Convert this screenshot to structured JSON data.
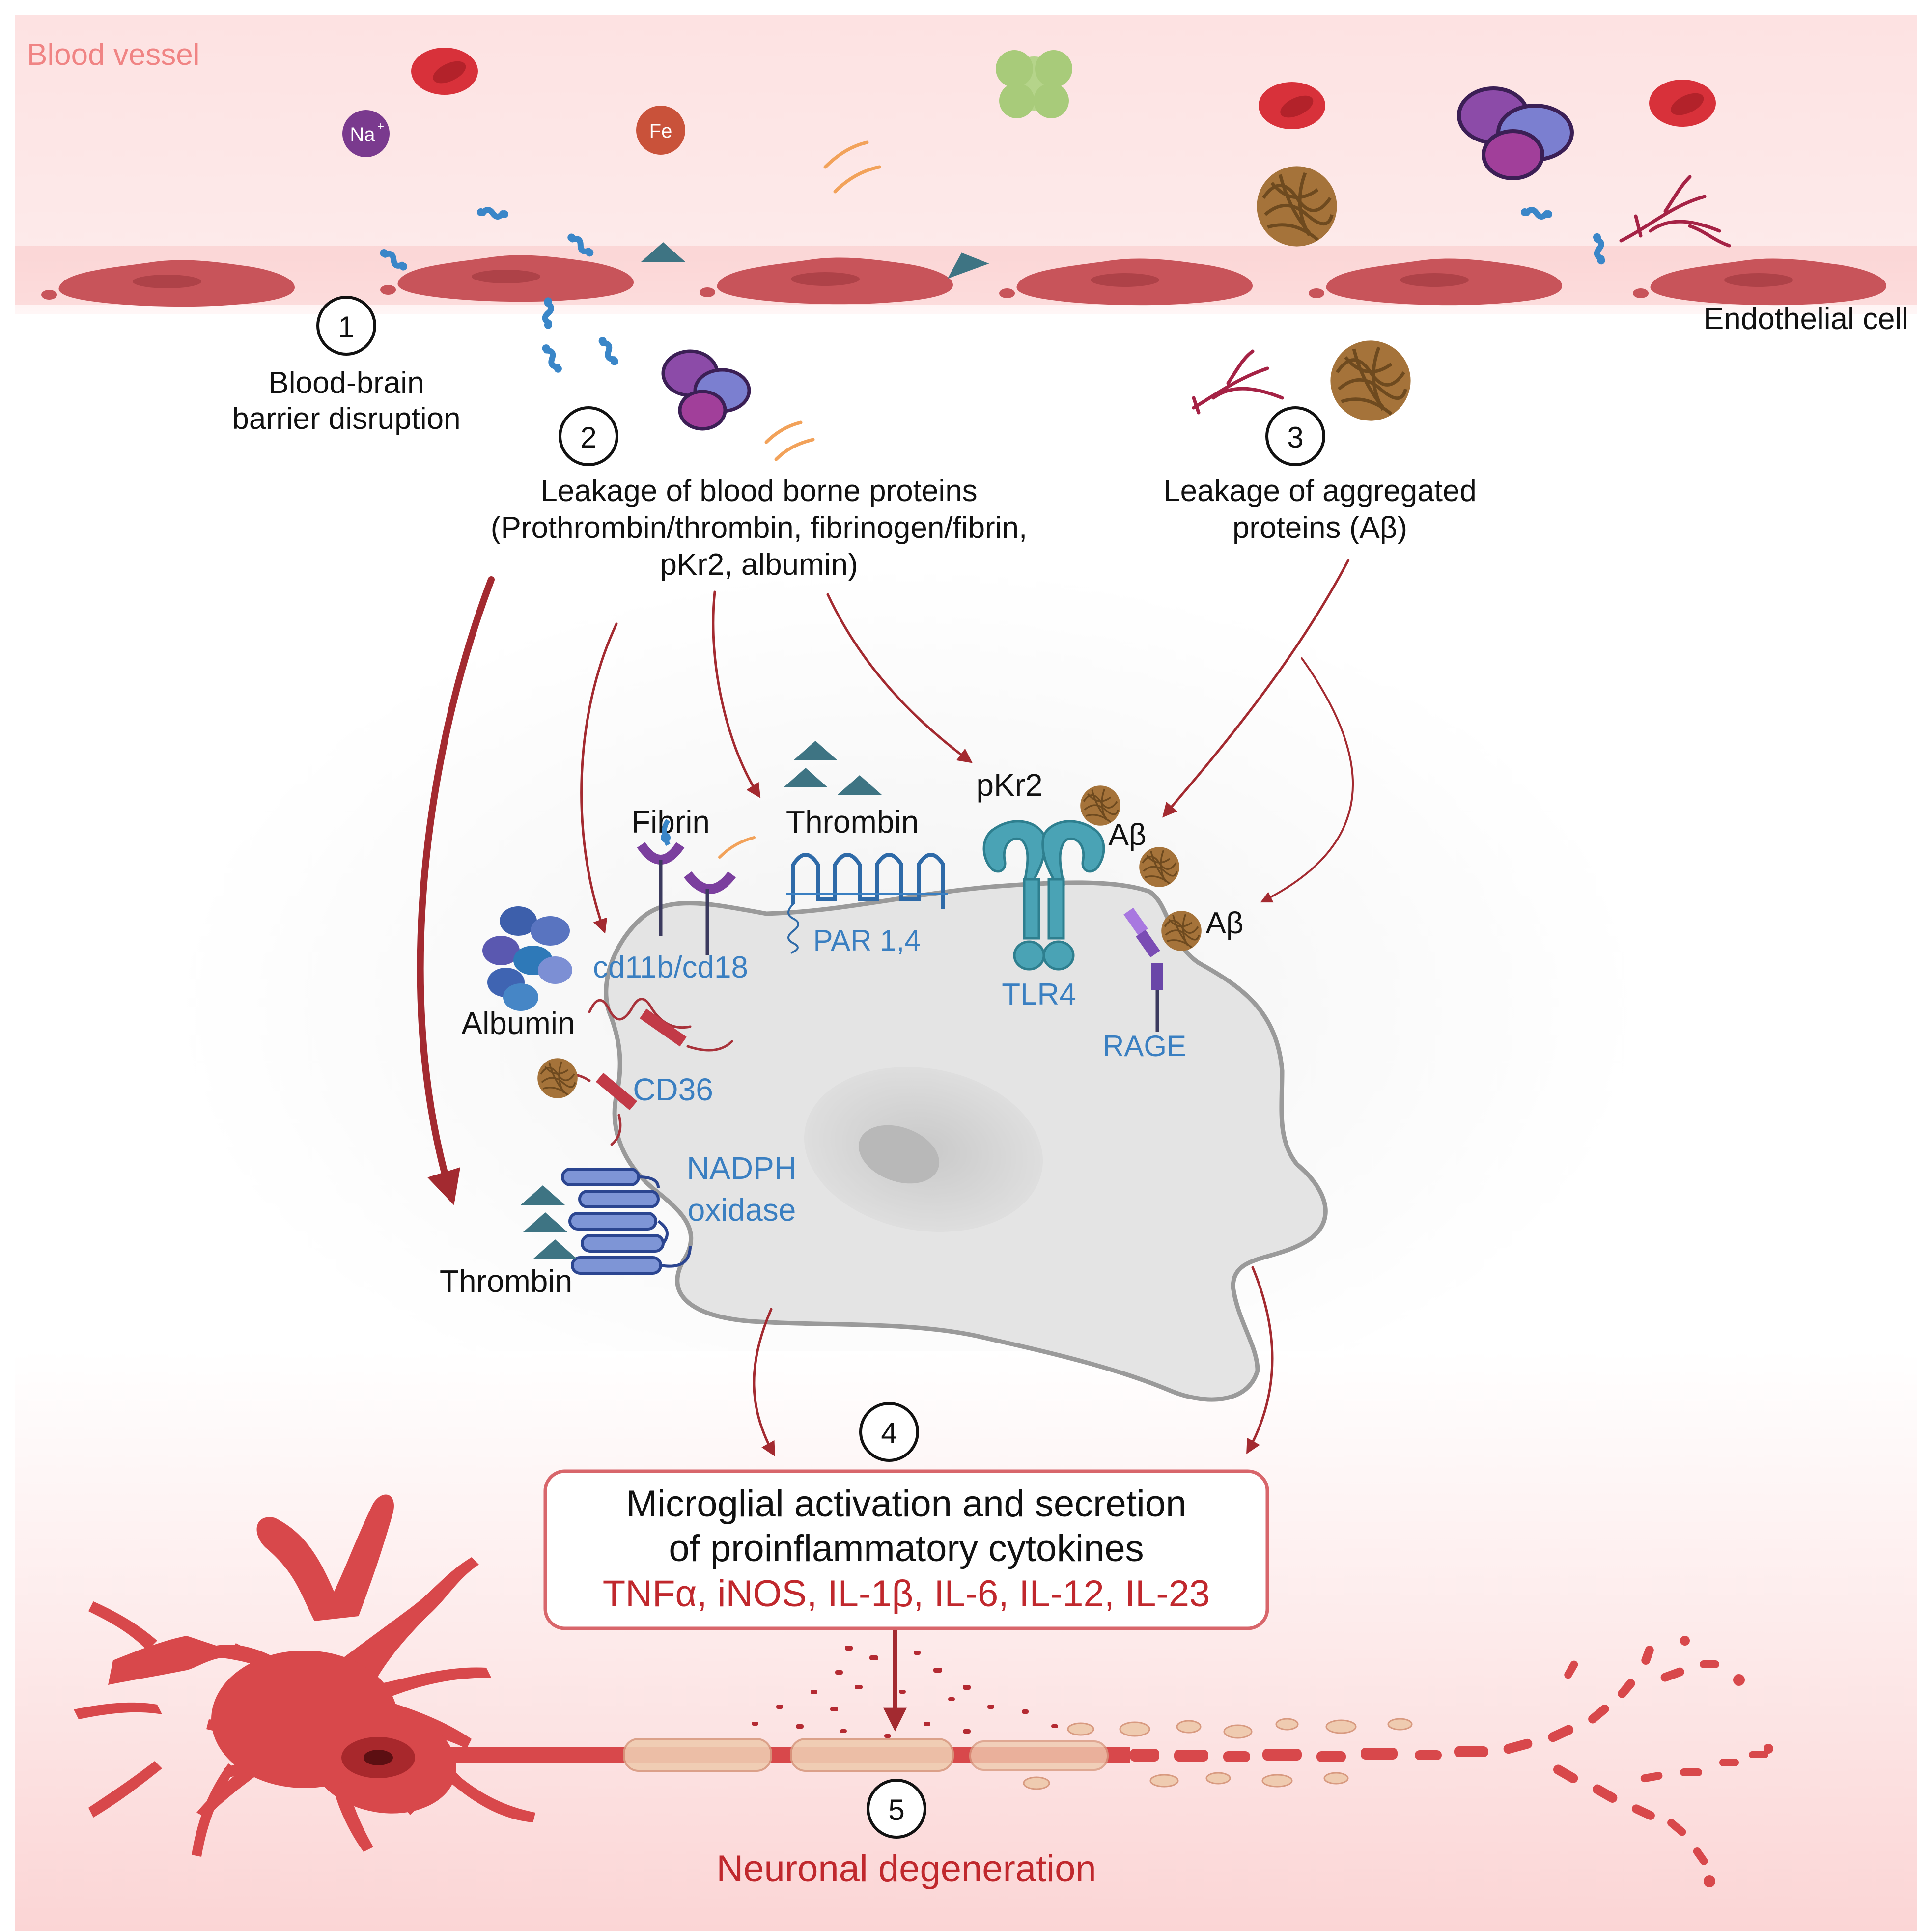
{
  "labels": {
    "blood_vessel": "Blood vessel",
    "endothelial_cell": "Endothelial cell",
    "na": "Na",
    "na_sup": "+",
    "fe": "Fe"
  },
  "steps": [
    {
      "num": "1",
      "lines": [
        "Blood-brain",
        "barrier disruption"
      ]
    },
    {
      "num": "2",
      "lines": [
        "Leakage of blood borne proteins",
        "(Prothrombin/thrombin, fibrinogen/fibrin,",
        "pKr2, albumin)"
      ]
    },
    {
      "num": "3",
      "lines": [
        "Leakage of aggregated",
        "proteins (Aβ)"
      ]
    },
    {
      "num": "4",
      "lines": []
    },
    {
      "num": "5",
      "lines": []
    }
  ],
  "ligands": {
    "fibrin": "Fibrin",
    "thrombin_top": "Thrombin",
    "pkr2": "pKr2",
    "abeta_1": "Aβ",
    "abeta_2": "Aβ",
    "albumin": "Albumin",
    "thrombin_bottom": "Thrombin"
  },
  "receptors": {
    "cd11b_cd18": "cd11b/cd18",
    "par": "PAR 1,4",
    "tlr4": "TLR4",
    "rage": "RAGE",
    "cd36": "CD36",
    "nadph_1": "NADPH",
    "nadph_2": "oxidase"
  },
  "activation_box": {
    "line1": "Microglial activation and secretion",
    "line2": "of proinflammatory cytokines",
    "cytokines": "TNFα, iNOS, IL-1β, IL-6, IL-12, IL-23"
  },
  "outcome": "Neuronal degeneration",
  "colors": {
    "vessel_bg": "#fde4e4",
    "endothelial": "#c8545a",
    "receptor_blue": "#3a7fc1",
    "dark_red": "#c0282d",
    "arrow": "#a32a30",
    "fibrin_purple": "#7b3f9e",
    "tlr4_teal": "#4aa3b5",
    "thrombin_slate": "#3e7483",
    "abeta_brown": "#9a6a2a",
    "neuron_red": "#d8484b",
    "myelin": "#efcbb0"
  }
}
